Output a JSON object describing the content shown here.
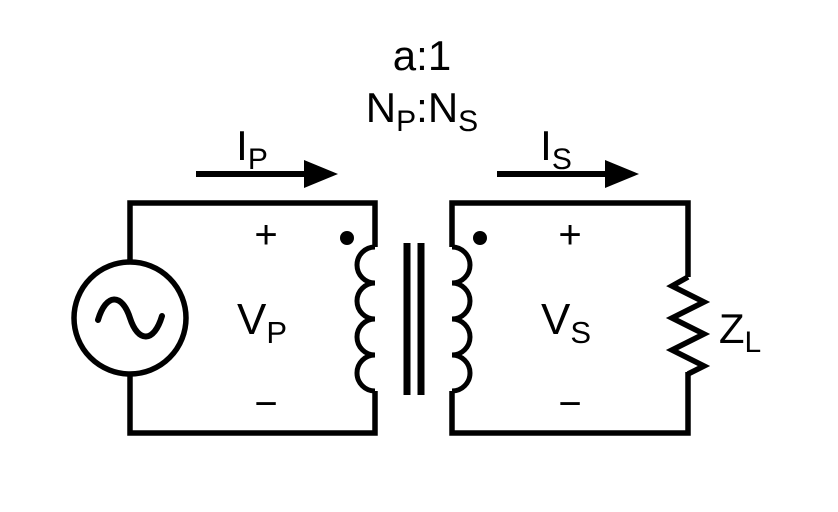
{
  "labels": {
    "ratio": "a:1",
    "turns_primary_main": "N",
    "turns_primary_sub": "P",
    "turns_separator": ":",
    "turns_secondary_main": "N",
    "turns_secondary_sub": "S",
    "primary_current_main": "I",
    "primary_current_sub": "P",
    "secondary_current_main": "I",
    "secondary_current_sub": "S",
    "primary_voltage_main": "V",
    "primary_voltage_sub": "P",
    "secondary_voltage_main": "V",
    "secondary_voltage_sub": "S",
    "load_main": "Z",
    "load_sub": "L",
    "primary_plus": "+",
    "primary_minus": "−",
    "secondary_plus": "+",
    "secondary_minus": "−"
  },
  "colors": {
    "line": "#000000",
    "background": "#ffffff"
  }
}
